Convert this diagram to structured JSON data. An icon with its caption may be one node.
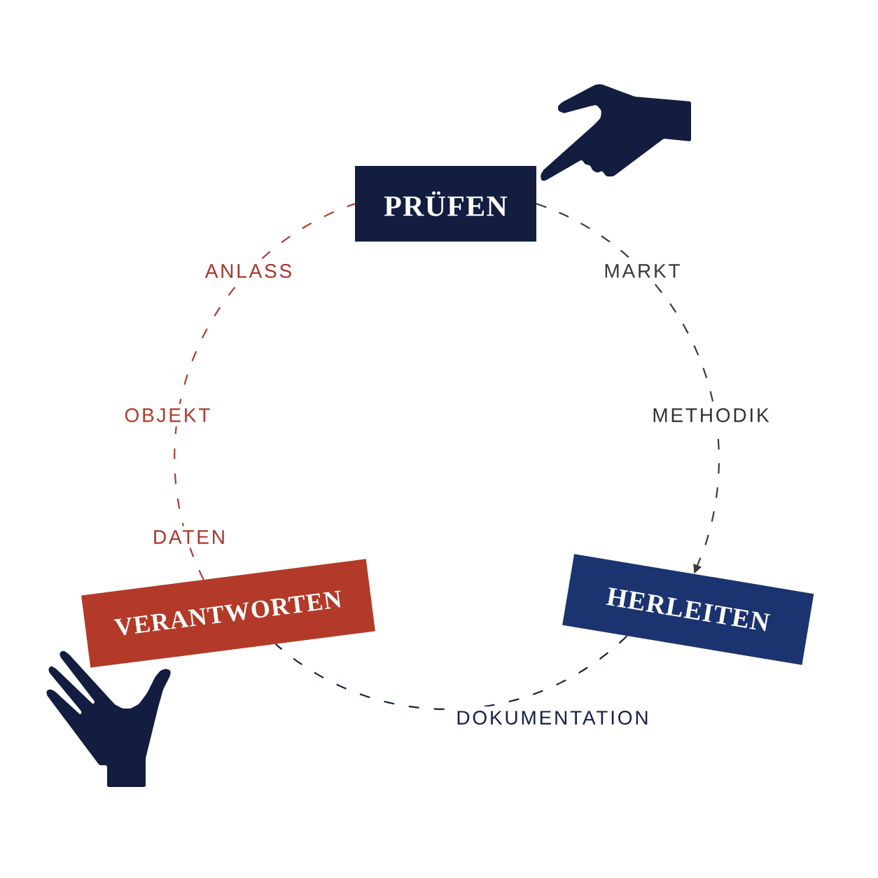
{
  "diagram": {
    "nodes": [
      {
        "text": [
          "PRÜFEN"
        ]
      },
      {
        "text": [
          "HERLEITEN"
        ]
      },
      {
        "text": [
          "VERANTWORTEN"
        ]
      },
      {
        "text": [],
        "shape": "picture"
      },
      {
        "text": [],
        "shape": "picture"
      }
    ],
    "edges": [
      {
        "from": 0,
        "to": 1,
        "arrow": "to",
        "label": "MARKT",
        "style": "dashed",
        "color": "#3a3a3a"
      },
      {
        "from": 1,
        "to": 2,
        "arrow": "none",
        "label": "DOKUMENTATION",
        "style": "dashed",
        "color": "#14204a"
      },
      {
        "from": 2,
        "to": 0,
        "arrow": "none",
        "label": "OBJEKT",
        "style": "dashed",
        "color": "#b03a2a"
      }
    ],
    "labels": [
      "ANLASS",
      "METHODIK",
      "DATEN"
    ]
  }
}
